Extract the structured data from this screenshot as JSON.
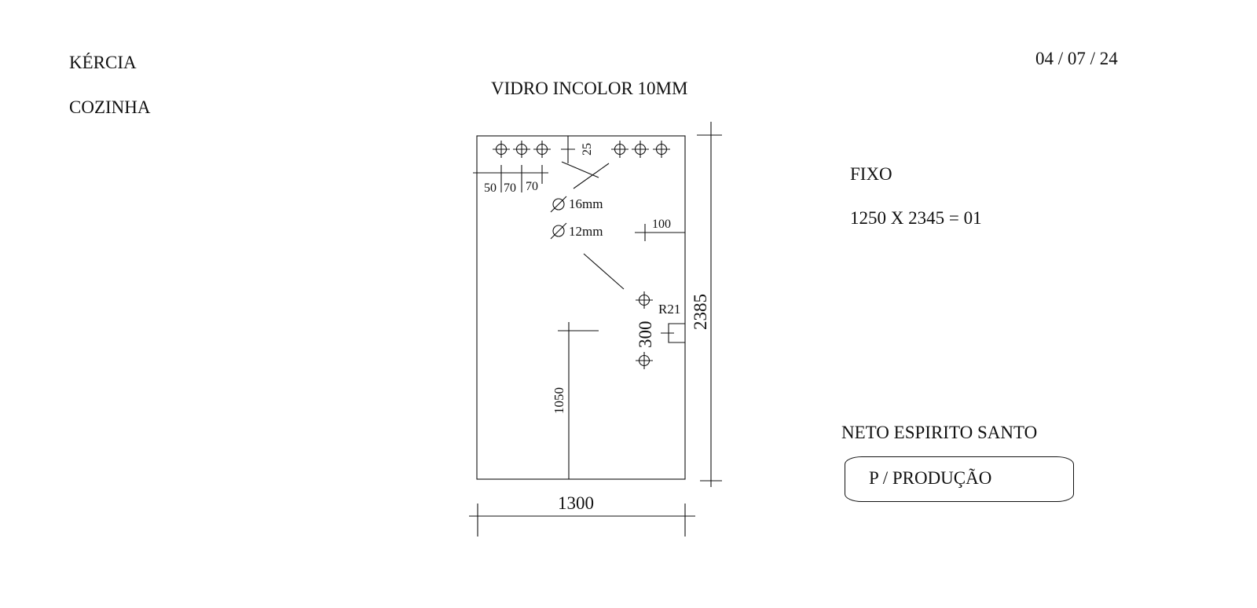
{
  "header": {
    "client": "KÉRCIA",
    "room": "COZINHA",
    "date": "04 / 07 / 24",
    "glass": "VIDRO INCOLOR 10MM"
  },
  "piece": {
    "type": "FIXO",
    "spec": "1250 X 2345 = 01"
  },
  "company": "NETO ESPIRITO SANTO",
  "stamp": "P / PRODUÇÃO",
  "dimensions": {
    "width": "1300",
    "height": "2385",
    "offset_50": "50",
    "spacing_70a": "70",
    "spacing_70b": "70",
    "top_25": "25",
    "side_100": "100",
    "radius": "R21",
    "vertical_300": "300",
    "height_1050": "1050",
    "hole_16": "16mm",
    "hole_12": "12mm"
  }
}
